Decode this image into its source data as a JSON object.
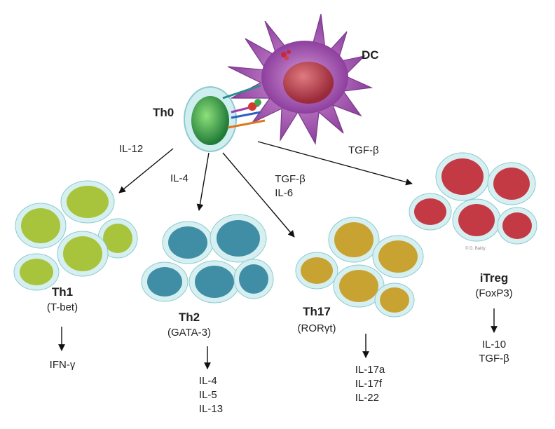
{
  "dc": {
    "label": "DC"
  },
  "th0": {
    "label": "Th0"
  },
  "edges": {
    "th1": "IL-12",
    "th2": "IL-4",
    "th17": [
      "TGF-β",
      "IL-6"
    ],
    "itreg": "TGF-β"
  },
  "subsets": {
    "th1": {
      "name": "Th1",
      "factor": "(T-bet)",
      "cytokines": [
        "IFN-γ"
      ]
    },
    "th2": {
      "name": "Th2",
      "factor": "(GATA-3)",
      "cytokines": [
        "IL-4",
        "IL-5",
        "IL-13"
      ]
    },
    "th17": {
      "name": "Th17",
      "factor": "(RORγt)",
      "cytokines": [
        "IL-17a",
        "IL-17f",
        "IL-22"
      ]
    },
    "itreg": {
      "name": "iTreg",
      "factor": "(FoxP3)",
      "cytokines": [
        "IL-10",
        "TGF-β"
      ]
    }
  },
  "colors": {
    "th0": "#2e9a4a",
    "th1": "#a7c43c",
    "th2": "#3f8ea6",
    "th17": "#c8a332",
    "itreg": "#c33a45",
    "dc": "#a555b5",
    "membrane": "#b9e3e6"
  },
  "signature": "© D. Baldy"
}
